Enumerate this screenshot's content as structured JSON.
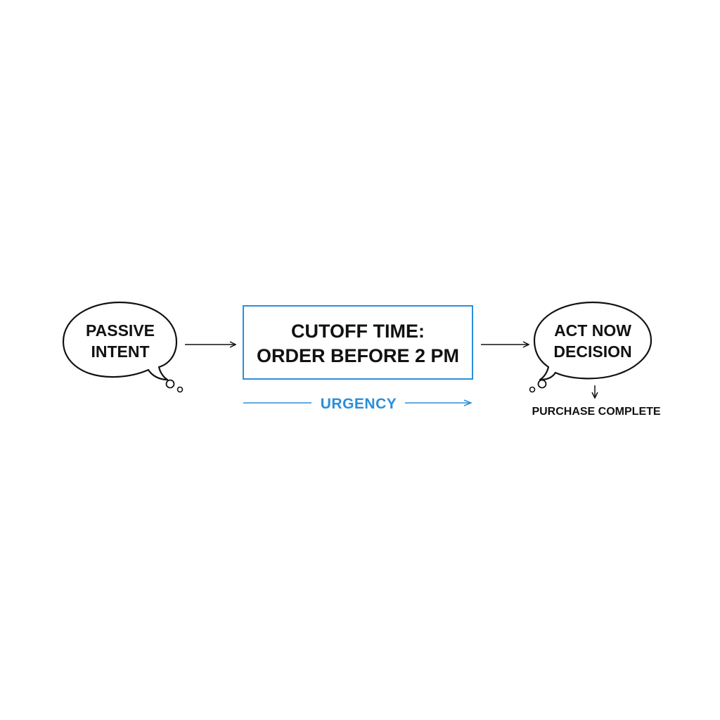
{
  "nodes": {
    "start": {
      "line1": "PASSIVE",
      "line2": "INTENT"
    },
    "trigger": {
      "line1": "CUTOFF TIME:",
      "line2": "ORDER BEFORE 2 PM"
    },
    "end": {
      "line1": "ACT NOW",
      "line2": "DECISION"
    }
  },
  "urgency_label": "URGENCY",
  "outcome_label": "PURCHASE COMPLETE",
  "colors": {
    "accent": "#2b8fd9",
    "ink": "#111111",
    "background": "#ffffff"
  }
}
